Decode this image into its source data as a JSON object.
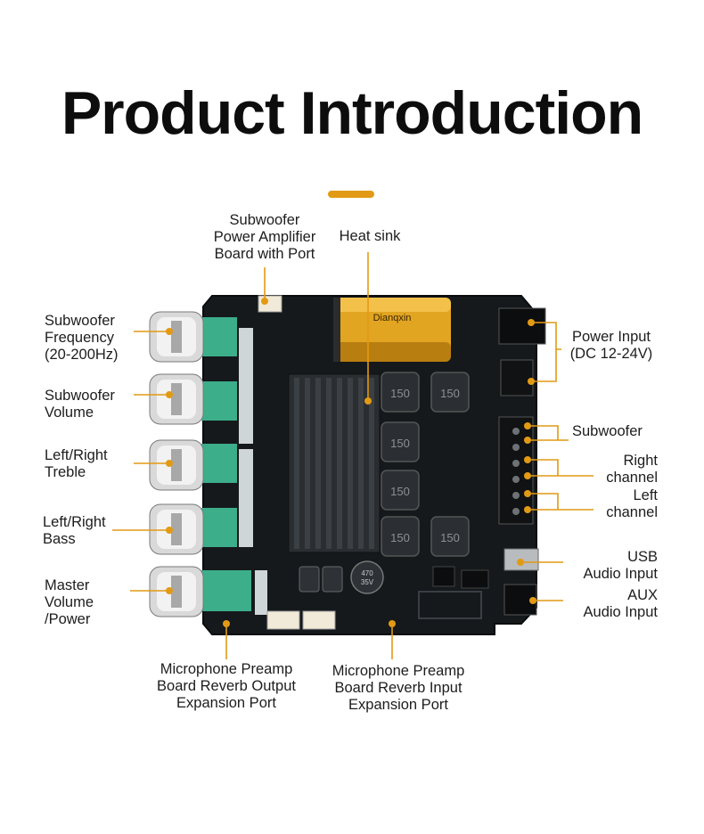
{
  "title": "Product Introduction",
  "colors": {
    "accent": "#e29a14",
    "board": "#15191c",
    "heatsink": "#23272a",
    "capacitor": "#e2a521"
  },
  "components": {
    "capacitor_brand": "Dianqxin",
    "inductor_code": "150",
    "cap_rating_line1": "470",
    "cap_rating_line2": "35V"
  },
  "labels": {
    "subwoofer_board_port": [
      "Subwoofer",
      "Power Amplifier",
      "Board with Port"
    ],
    "heat_sink": [
      "Heat sink"
    ],
    "subwoofer_frequency": [
      "Subwoofer",
      "Frequency",
      "(20-200Hz)"
    ],
    "subwoofer_volume": [
      "Subwoofer",
      "Volume"
    ],
    "treble": [
      "Left/Right",
      "Treble"
    ],
    "bass": [
      "Left/Right",
      "Bass"
    ],
    "master_volume": [
      "Master",
      "Volume",
      "/Power"
    ],
    "power_input": [
      "Power Input",
      "(DC 12-24V)"
    ],
    "subwoofer_out": [
      "Subwoofer"
    ],
    "right_channel": [
      "Right",
      "channel"
    ],
    "left_channel": [
      "Left",
      "channel"
    ],
    "usb_input": [
      "USB",
      "Audio Input"
    ],
    "aux_input": [
      "AUX",
      "Audio Input"
    ],
    "mic_reverb_output": [
      "Microphone Preamp",
      "Board Reverb Output",
      "Expansion Port"
    ],
    "mic_reverb_input": [
      "Microphone Preamp",
      "Board Reverb Input",
      "Expansion Port"
    ]
  }
}
